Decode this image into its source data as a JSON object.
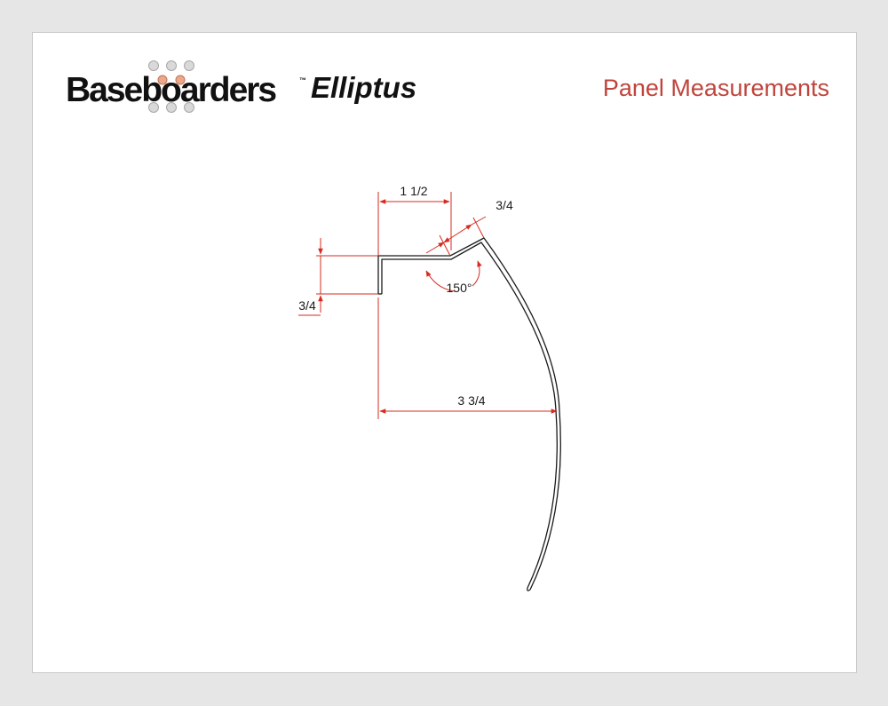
{
  "brand": {
    "name": "Baseboarders",
    "trademark": "™",
    "product": "Elliptus"
  },
  "header": {
    "title": "Panel Measurements"
  },
  "diagram": {
    "dim_top_width": "1 1/2",
    "dim_lip": "3/4",
    "dim_flange_height": "3/4",
    "dim_angle": "150°",
    "dim_depth": "3 3/4"
  },
  "colors": {
    "page_background": "#e6e6e6",
    "card_background": "#ffffff",
    "title_accent": "#c0443c",
    "dimension_lines": "#d62b20",
    "profile_stroke": "#1a1a1a",
    "logo_dots": "#c8c8c8"
  }
}
